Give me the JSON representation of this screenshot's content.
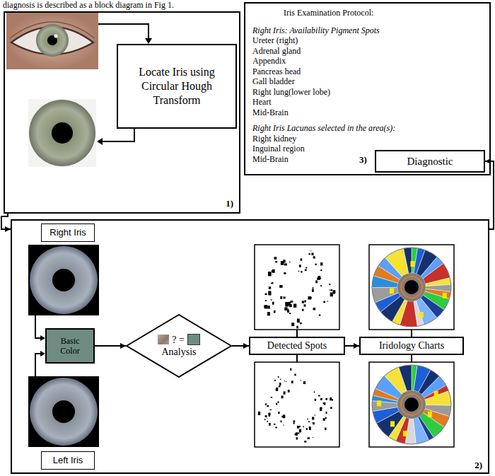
{
  "diagram": {
    "nodes": [
      {
        "text": [
          "1)"
        ]
      },
      {
        "text": [
          "Locate Iris using Circular Hough Transform"
        ],
        "in": 0
      },
      {
        "text": [
          "Iris Examination Protocol:",
          "Right Iris: Availability Pigment Spots",
          "Ureter (right)",
          "Adrenal gland",
          "Appendix",
          "Pancreas head",
          "Gall bladder",
          "Right lung(lower lobe)",
          "Heart",
          "Mid-Brain",
          "Right Iris Lacunas selected in the area(s):",
          "Right kidney",
          "Inguinal region",
          "Mid-Brain",
          "3)"
        ]
      },
      {
        "text": [
          "Diagnostic"
        ],
        "in": 2
      },
      {
        "text": [
          "2)"
        ]
      },
      {
        "text": [
          "Right Iris"
        ],
        "in": 4
      },
      {
        "text": [
          "Basic Color"
        ],
        "in": 4
      },
      {
        "text": [
          "? =",
          "Analysis"
        ],
        "in": 4
      },
      {
        "text": [
          "Detected Spots"
        ],
        "in": 4
      },
      {
        "text": [
          "Iridology Charts"
        ],
        "in": 4
      },
      {
        "text": [
          "Left Iris"
        ],
        "in": 4
      }
    ],
    "edges": [
      {
        "from": 0,
        "to": 4,
        "arrow": "to"
      },
      {
        "from": 4,
        "to": 3,
        "arrow": "to"
      },
      {
        "from": 6,
        "to": 7,
        "arrow": "to"
      },
      {
        "from": 7,
        "to": 8,
        "arrow": "to"
      },
      {
        "from": 8,
        "to": 9,
        "arrow": "to"
      }
    ],
    "labels": [
      "diagnosis is described as a block diagram in Fig 1."
    ]
  }
}
